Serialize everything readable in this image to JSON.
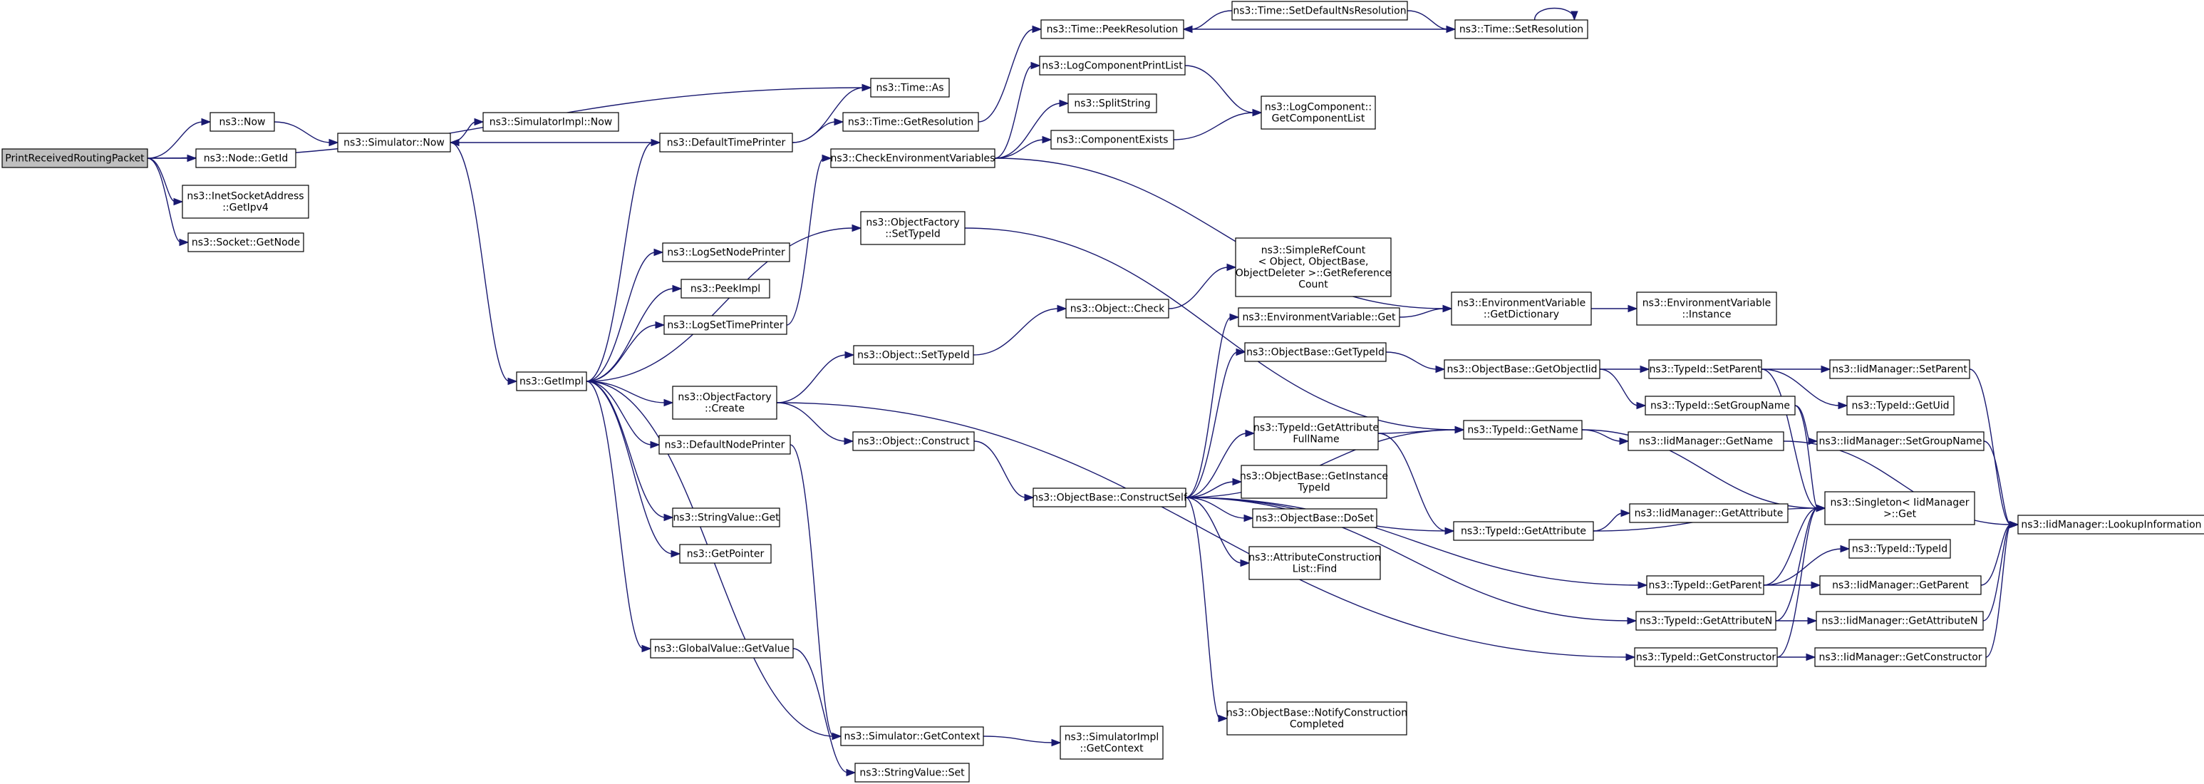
{
  "title": "",
  "colors": {
    "edge": "#191970",
    "root_fill": "#bfbfbf",
    "node_fill": "#ffffff",
    "node_border": "#000000"
  },
  "nodes": [
    {
      "id": "root",
      "lines": [
        "PrintReceivedRoutingPacket"
      ],
      "root": true
    },
    {
      "id": "now",
      "lines": [
        "ns3::Now"
      ]
    },
    {
      "id": "nodegetid",
      "lines": [
        "ns3::Node::GetId"
      ]
    },
    {
      "id": "inet",
      "lines": [
        "ns3::InetSocketAddress",
        "::GetIpv4"
      ]
    },
    {
      "id": "socketgetnode",
      "lines": [
        "ns3::Socket::GetNode"
      ]
    },
    {
      "id": "simnow",
      "lines": [
        "ns3::Simulator::Now"
      ]
    },
    {
      "id": "simimplnow",
      "lines": [
        "ns3::SimulatorImpl::Now"
      ]
    },
    {
      "id": "deftimeprinter",
      "lines": [
        "ns3::DefaultTimePrinter"
      ]
    },
    {
      "id": "timeas",
      "lines": [
        "ns3::Time::As"
      ]
    },
    {
      "id": "timegetres",
      "lines": [
        "ns3::Time::GetResolution"
      ]
    },
    {
      "id": "timepeekres",
      "lines": [
        "ns3::Time::PeekResolution"
      ]
    },
    {
      "id": "timesetdefns",
      "lines": [
        "ns3::Time::SetDefaultNsResolution"
      ]
    },
    {
      "id": "timesetres",
      "lines": [
        "ns3::Time::SetResolution"
      ]
    },
    {
      "id": "logcompprintlist",
      "lines": [
        "ns3::LogComponentPrintList"
      ]
    },
    {
      "id": "logcompgetlist",
      "lines": [
        "ns3::LogComponent::",
        "GetComponentList"
      ]
    },
    {
      "id": "splitstring",
      "lines": [
        "ns3::SplitString"
      ]
    },
    {
      "id": "compexists",
      "lines": [
        "ns3::ComponentExists"
      ]
    },
    {
      "id": "checkenv",
      "lines": [
        "ns3::CheckEnvironmentVariables"
      ]
    },
    {
      "id": "objfactsettypeid",
      "lines": [
        "ns3::ObjectFactory",
        "::SetTypeId"
      ]
    },
    {
      "id": "logsetnodeprinter",
      "lines": [
        "ns3::LogSetNodePrinter"
      ]
    },
    {
      "id": "peekimpl",
      "lines": [
        "ns3::PeekImpl"
      ]
    },
    {
      "id": "logsettimeprinter",
      "lines": [
        "ns3::LogSetTimePrinter"
      ]
    },
    {
      "id": "getimpl",
      "lines": [
        "ns3::GetImpl"
      ]
    },
    {
      "id": "objfactcreate",
      "lines": [
        "ns3::ObjectFactory",
        "::Create"
      ]
    },
    {
      "id": "defnodeprinter",
      "lines": [
        "ns3::DefaultNodePrinter"
      ]
    },
    {
      "id": "strvalget",
      "lines": [
        "ns3::StringValue::Get"
      ]
    },
    {
      "id": "getpointer",
      "lines": [
        "ns3::GetPointer"
      ]
    },
    {
      "id": "globalvalget",
      "lines": [
        "ns3::GlobalValue::GetValue"
      ]
    },
    {
      "id": "simgetcontext",
      "lines": [
        "ns3::Simulator::GetContext"
      ]
    },
    {
      "id": "strvalset",
      "lines": [
        "ns3::StringValue::Set"
      ]
    },
    {
      "id": "simimplgetcontext",
      "lines": [
        "ns3::SimulatorImpl",
        "::GetContext"
      ]
    },
    {
      "id": "simplerefcount",
      "lines": [
        "ns3::SimpleRefCount",
        "< Object, ObjectBase,",
        " ObjectDeleter >::GetReference",
        "Count"
      ]
    },
    {
      "id": "objcheck",
      "lines": [
        "ns3::Object::Check"
      ]
    },
    {
      "id": "objsettypeid",
      "lines": [
        "ns3::Object::SetTypeId"
      ]
    },
    {
      "id": "objconstruct",
      "lines": [
        "ns3::Object::Construct"
      ]
    },
    {
      "id": "objbaseconstructself",
      "lines": [
        "ns3::ObjectBase::ConstructSelf"
      ]
    },
    {
      "id": "envvarget",
      "lines": [
        "ns3::EnvironmentVariable::Get"
      ]
    },
    {
      "id": "envvargetdict",
      "lines": [
        "ns3::EnvironmentVariable",
        "::GetDictionary"
      ]
    },
    {
      "id": "envvarinstance",
      "lines": [
        "ns3::EnvironmentVariable",
        "::Instance"
      ]
    },
    {
      "id": "objbasegettypeid",
      "lines": [
        "ns3::ObjectBase::GetTypeId"
      ]
    },
    {
      "id": "objbasegetobjectiid",
      "lines": [
        "ns3::ObjectBase::GetObjectIid"
      ]
    },
    {
      "id": "typeidgetattrfullname",
      "lines": [
        "ns3::TypeId::GetAttribute",
        "FullName"
      ]
    },
    {
      "id": "typeidgetname",
      "lines": [
        "ns3::TypeId::GetName"
      ]
    },
    {
      "id": "objbasegetinsttypeid",
      "lines": [
        "ns3::ObjectBase::GetInstance",
        "TypeId"
      ]
    },
    {
      "id": "objbasedoset",
      "lines": [
        "ns3::ObjectBase::DoSet"
      ]
    },
    {
      "id": "attrconstrlistfind",
      "lines": [
        "ns3::AttributeConstruction",
        "List::Find"
      ]
    },
    {
      "id": "typeidgetattr",
      "lines": [
        "ns3::TypeId::GetAttribute"
      ]
    },
    {
      "id": "objbasenotifyconstr",
      "lines": [
        "ns3::ObjectBase::NotifyConstruction",
        "Completed"
      ]
    },
    {
      "id": "typeidsetparent",
      "lines": [
        "ns3::TypeId::SetParent"
      ]
    },
    {
      "id": "typeidsetgroupname",
      "lines": [
        "ns3::TypeId::SetGroupName"
      ]
    },
    {
      "id": "iidmgrgetname",
      "lines": [
        "ns3::IidManager::GetName"
      ]
    },
    {
      "id": "iidmgrgetattr",
      "lines": [
        "ns3::IidManager::GetAttribute"
      ]
    },
    {
      "id": "singletonget",
      "lines": [
        "ns3::Singleton< IidManager",
        " >::Get"
      ]
    },
    {
      "id": "typeidgetparent",
      "lines": [
        "ns3::TypeId::GetParent"
      ]
    },
    {
      "id": "typeidgetattrn",
      "lines": [
        "ns3::TypeId::GetAttributeN"
      ]
    },
    {
      "id": "typeidgetconstructor",
      "lines": [
        "ns3::TypeId::GetConstructor"
      ]
    },
    {
      "id": "iidmgrsetparent",
      "lines": [
        "ns3::IidManager::SetParent"
      ]
    },
    {
      "id": "typeidgetuid",
      "lines": [
        "ns3::TypeId::GetUid"
      ]
    },
    {
      "id": "iidmgrsetgroupname",
      "lines": [
        "ns3::IidManager::SetGroupName"
      ]
    },
    {
      "id": "typeidtypeid",
      "lines": [
        "ns3::TypeId::TypeId"
      ]
    },
    {
      "id": "iidmgrgetparent",
      "lines": [
        "ns3::IidManager::GetParent"
      ]
    },
    {
      "id": "iidmgrgetattrn",
      "lines": [
        "ns3::IidManager::GetAttributeN"
      ]
    },
    {
      "id": "iidmgrgetconstructor",
      "lines": [
        "ns3::IidManager::GetConstructor"
      ]
    },
    {
      "id": "iidmgrlookupinfo",
      "lines": [
        "ns3::IidManager::LookupInformation"
      ]
    }
  ],
  "edges": [
    [
      "root",
      "timeas"
    ],
    [
      "root",
      "now"
    ],
    [
      "root",
      "nodegetid"
    ],
    [
      "root",
      "inet"
    ],
    [
      "root",
      "socketgetnode"
    ],
    [
      "now",
      "simnow"
    ],
    [
      "simnow",
      "simimplnow"
    ],
    [
      "simnow",
      "getimpl"
    ],
    [
      "deftimeprinter",
      "simnow"
    ],
    [
      "deftimeprinter",
      "timeas"
    ],
    [
      "deftimeprinter",
      "timegetres"
    ],
    [
      "timegetres",
      "timepeekres"
    ],
    [
      "timesetdefns",
      "timepeekres"
    ],
    [
      "timesetdefns",
      "timesetres"
    ],
    [
      "timesetres",
      "timepeekres"
    ],
    [
      "timesetres",
      "timesetres"
    ],
    [
      "checkenv",
      "logcompprintlist"
    ],
    [
      "checkenv",
      "splitstring"
    ],
    [
      "checkenv",
      "compexists"
    ],
    [
      "checkenv",
      "envvargetdict"
    ],
    [
      "logcompprintlist",
      "logcompgetlist"
    ],
    [
      "compexists",
      "logcompgetlist"
    ],
    [
      "getimpl",
      "deftimeprinter"
    ],
    [
      "getimpl",
      "logsetnodeprinter"
    ],
    [
      "getimpl",
      "peekimpl"
    ],
    [
      "getimpl",
      "logsettimeprinter"
    ],
    [
      "getimpl",
      "objfactsettypeid"
    ],
    [
      "getimpl",
      "objfactcreate"
    ],
    [
      "getimpl",
      "defnodeprinter"
    ],
    [
      "getimpl",
      "strvalget"
    ],
    [
      "getimpl",
      "getpointer"
    ],
    [
      "getimpl",
      "globalvalget"
    ],
    [
      "getimpl",
      "simgetcontext"
    ],
    [
      "logsettimeprinter",
      "checkenv"
    ],
    [
      "objfactsettypeid",
      "typeidgetname"
    ],
    [
      "objfactcreate",
      "objsettypeid"
    ],
    [
      "objfactcreate",
      "objconstruct"
    ],
    [
      "objfactcreate",
      "typeidgetconstructor"
    ],
    [
      "defnodeprinter",
      "simgetcontext"
    ],
    [
      "globalvalget",
      "strvalset"
    ],
    [
      "simgetcontext",
      "simimplgetcontext"
    ],
    [
      "objsettypeid",
      "objcheck"
    ],
    [
      "objcheck",
      "simplerefcount"
    ],
    [
      "objconstruct",
      "objbaseconstructself"
    ],
    [
      "objbaseconstructself",
      "envvarget"
    ],
    [
      "objbaseconstructself",
      "objbasegettypeid"
    ],
    [
      "objbaseconstructself",
      "typeidgetattrfullname"
    ],
    [
      "objbaseconstructself",
      "typeidgetname"
    ],
    [
      "objbaseconstructself",
      "objbasegetinsttypeid"
    ],
    [
      "objbaseconstructself",
      "objbasedoset"
    ],
    [
      "objbaseconstructself",
      "attrconstrlistfind"
    ],
    [
      "objbaseconstructself",
      "typeidgetattr"
    ],
    [
      "objbaseconstructself",
      "typeidgetparent"
    ],
    [
      "objbaseconstructself",
      "typeidgetattrn"
    ],
    [
      "objbaseconstructself",
      "objbasenotifyconstr"
    ],
    [
      "envvarget",
      "envvargetdict"
    ],
    [
      "envvargetdict",
      "envvarinstance"
    ],
    [
      "objbasegettypeid",
      "objbasegetobjectiid"
    ],
    [
      "objbasegetobjectiid",
      "typeidsetparent"
    ],
    [
      "objbasegetobjectiid",
      "typeidsetgroupname"
    ],
    [
      "typeidgetattrfullname",
      "typeidgetname"
    ],
    [
      "typeidgetattrfullname",
      "typeidgetattr"
    ],
    [
      "typeidgetname",
      "iidmgrgetname"
    ],
    [
      "typeidgetname",
      "singletonget"
    ],
    [
      "typeidgetattr",
      "iidmgrgetattr"
    ],
    [
      "typeidgetattr",
      "singletonget"
    ],
    [
      "typeidsetparent",
      "iidmgrsetparent"
    ],
    [
      "typeidsetparent",
      "typeidgetuid"
    ],
    [
      "typeidsetparent",
      "singletonget"
    ],
    [
      "typeidsetgroupname",
      "iidmgrsetgroupname"
    ],
    [
      "typeidsetgroupname",
      "singletonget"
    ],
    [
      "typeidgetparent",
      "singletonget"
    ],
    [
      "typeidgetparent",
      "typeidtypeid"
    ],
    [
      "typeidgetparent",
      "iidmgrgetparent"
    ],
    [
      "typeidgetattrn",
      "singletonget"
    ],
    [
      "typeidgetattrn",
      "iidmgrgetattrn"
    ],
    [
      "typeidgetconstructor",
      "singletonget"
    ],
    [
      "typeidgetconstructor",
      "iidmgrgetconstructor"
    ],
    [
      "iidmgrgetname",
      "iidmgrlookupinfo"
    ],
    [
      "iidmgrsetparent",
      "iidmgrlookupinfo"
    ],
    [
      "iidmgrsetgroupname",
      "iidmgrlookupinfo"
    ],
    [
      "iidmgrgetparent",
      "iidmgrlookupinfo"
    ],
    [
      "iidmgrgetattrn",
      "iidmgrlookupinfo"
    ],
    [
      "iidmgrgetconstructor",
      "iidmgrlookupinfo"
    ]
  ]
}
